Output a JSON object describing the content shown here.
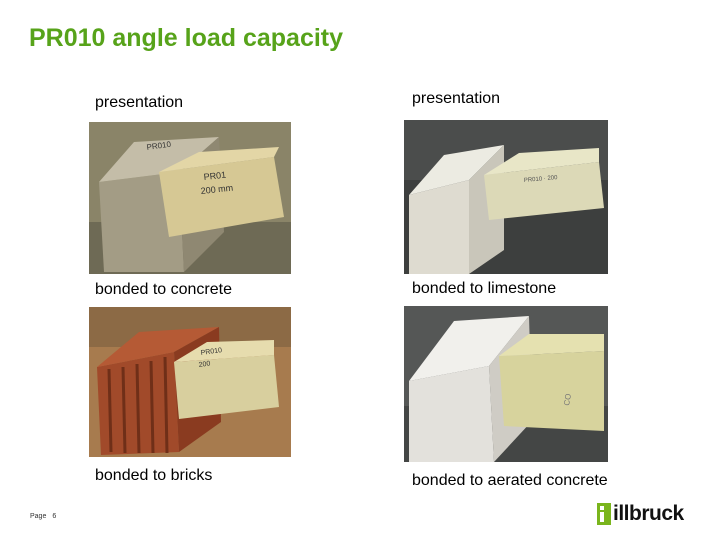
{
  "slide": {
    "title": "PR010 angle load capacity",
    "captions": {
      "top_left": "presentation",
      "top_right": "presentation",
      "mid_left": "bonded to concrete",
      "mid_right": "bonded to limestone",
      "bottom_left": "bonded to bricks",
      "bottom_right": "bonded to aerated concrete"
    },
    "footer": {
      "page_label": "Page",
      "page_number": "6"
    },
    "logo": {
      "text": "illbruck",
      "icon": "illbruck-logo-icon"
    },
    "colors": {
      "title": "#57a31a",
      "logo_accent": "#7ab51d"
    }
  }
}
